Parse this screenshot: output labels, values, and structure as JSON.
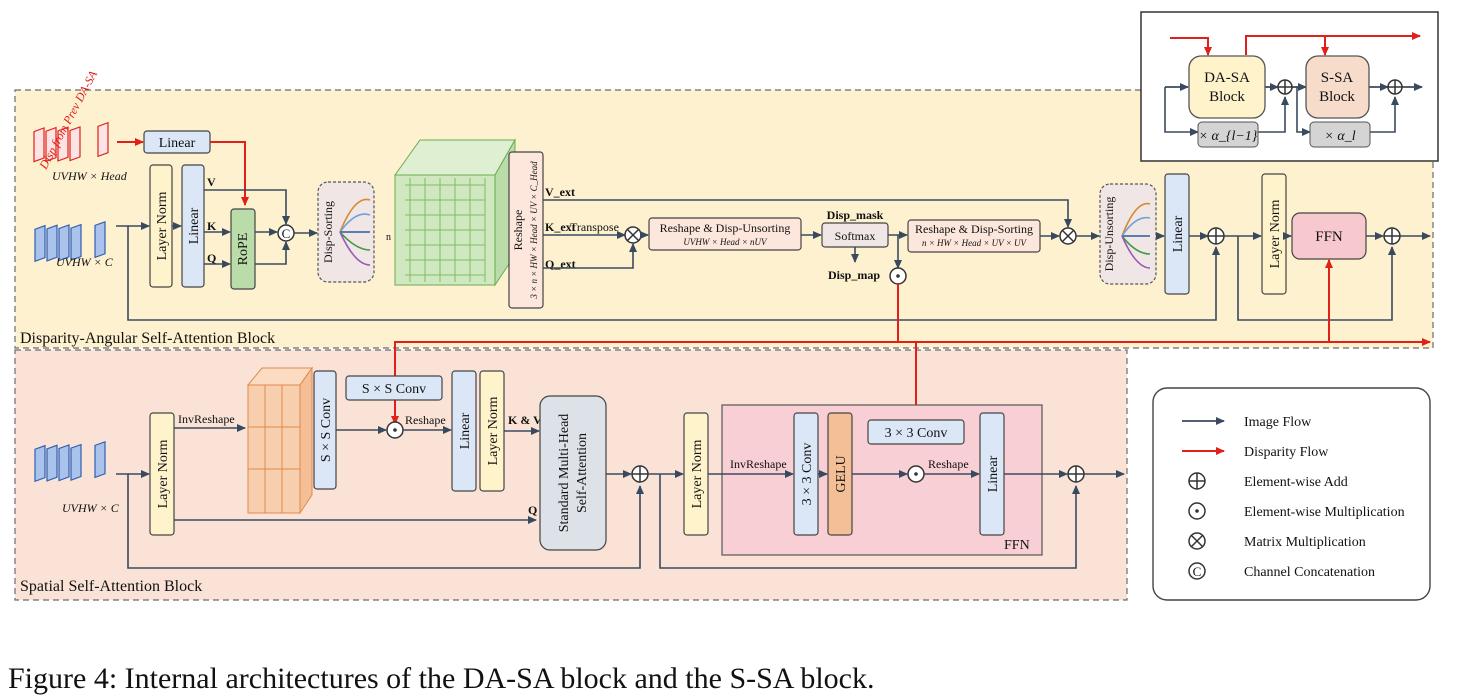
{
  "caption": "Figure 4: Internal architectures of the DA-SA block and the S-SA block.",
  "colors": {
    "image_flow": "#3a4a5e",
    "disparity_flow": "#e0201b",
    "dasa_panel": "#fdf1cf",
    "ssa_panel": "#fae3d6",
    "ffn_panel": "#f9cfd6",
    "box_yellow": "#fff3cc",
    "box_blue": "#dbe7f6",
    "box_green": "#b9dca9",
    "box_peach": "#f8dccb",
    "box_gray": "#dde1e8",
    "box_pink": "#f8c8cf",
    "box_orange": "#f4bf96"
  },
  "overview": {
    "dasa_block": [
      "DA-SA",
      "Block"
    ],
    "ssa_block": [
      "S-SA",
      "Block"
    ],
    "alpha_prev": "× α_{l−1}",
    "alpha_l": "× α_l"
  },
  "dasa": {
    "title": "Disparity-Angular Self-Attention Block",
    "disp_from_prev": "Disp from Prev DA-SA",
    "uvhw_head": "UVHW × Head",
    "uvhw_c": "UVHW × C",
    "layer_norm": "Layer Norm",
    "linear": "Linear",
    "linear_disp": "Linear",
    "v": "V",
    "k": "K",
    "q": "Q",
    "rope": "RoPE",
    "concat_symbol": "C",
    "disp_sorting": "Disp-Sorting",
    "reshape_label": "Reshape",
    "reshape_dims": "3 × n × HW × Head × UV × C_Head",
    "v_ext": "V_ext",
    "k_ext": "K_ext",
    "transpose": "Transpose",
    "q_ext": "Q_ext",
    "reshape_unsort": "Reshape & Disp-Unsorting",
    "reshape_unsort_dims": "UVHW × Head × nUV",
    "disp_mask": "Disp_mask",
    "softmax": "Softmax",
    "disp_map": "Disp_map",
    "reshape_sort": "Reshape & Disp-Sorting",
    "reshape_sort_dims": "n × HW × Head × UV × UV",
    "disp_unsorting": "Disp-Unsorting",
    "linear_out": "Linear",
    "layer_norm2": "Layer Norm",
    "ffn": "FFN"
  },
  "ssa": {
    "title": "Spatial Self-Attention Block",
    "uvhw_c": "UVHW × C",
    "layer_norm": "Layer Norm",
    "inv_reshape": "InvReshape",
    "sxs_conv_v": "S × S Conv",
    "sxs_conv_h": "S × S Conv",
    "reshape": "Reshape",
    "linear": "Linear",
    "layer_norm2": "Layer Norm",
    "kv": "K & V",
    "q": "Q",
    "attention": [
      "Standard Multi-Head",
      "Self-Attention"
    ],
    "layer_norm3": "Layer Norm",
    "inv_reshape2": "InvReshape",
    "conv3": "3 × 3 Conv",
    "gelu": "GELU",
    "conv3_h": "3 × 3 Conv",
    "reshape2": "Reshape",
    "linear2": "Linear",
    "ffn": "FFN"
  },
  "legend": [
    {
      "symbol": "arrow-dark",
      "label": "Image Flow"
    },
    {
      "symbol": "arrow-red",
      "label": "Disparity Flow"
    },
    {
      "symbol": "oplus",
      "label": "Element-wise Add"
    },
    {
      "symbol": "odot",
      "label": "Element-wise Multiplication"
    },
    {
      "symbol": "otimes",
      "label": "Matrix Multiplication"
    },
    {
      "symbol": "concat",
      "label": "Channel Concatenation"
    }
  ]
}
